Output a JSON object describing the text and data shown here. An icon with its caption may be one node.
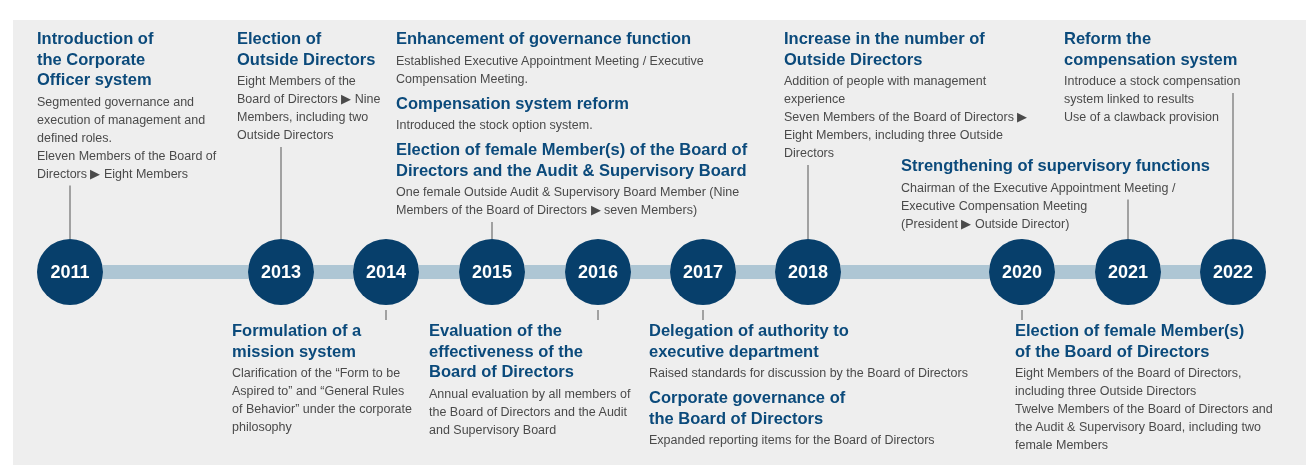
{
  "diagram": {
    "nodes": [
      {
        "text": [
          "Introduction of the Corporate Officer system",
          "Segmented governance and execution of management and defined roles.",
          "Eleven Members of the Board of Directors ▶ Eight Members"
        ]
      },
      {
        "text": [
          "Election of Outside Directors",
          "Eight Members of the Board of Directors ▶ Nine Members, including two Outside Directors"
        ]
      },
      {
        "text": [
          "Enhancement of governance function",
          "Established Executive Appointment Meeting / Executive Compensation Meeting.",
          "Compensation system reform",
          "Introduced the stock option system.",
          "Election of female Member(s) of the Board of Directors and the Audit & Supervisory Board",
          "One female Outside Audit & Supervisory Board Member (Nine Members of the Board of Directors ▶ seven Members)"
        ]
      },
      {
        "text": [
          "Increase in the number of Outside Directors",
          "Addition of people with management experience",
          "Seven Members of the Board of Directors ▶ Eight Members, including three Outside Directors"
        ]
      },
      {
        "text": [
          "Reform the compensation system",
          "Introduce a stock compensation system linked to results",
          "Use of a clawback provision"
        ]
      },
      {
        "text": [
          "Strengthening of supervisory functions",
          "Chairman of the Executive Appointment Meeting / Executive Compensation Meeting",
          "(President ▶ Outside Director)"
        ]
      },
      {
        "text": [
          "2011"
        ]
      },
      {
        "text": [
          "2013"
        ]
      },
      {
        "text": [
          "2014"
        ]
      },
      {
        "text": [
          "2015"
        ]
      },
      {
        "text": [
          "2016"
        ]
      },
      {
        "text": [
          "2017"
        ]
      },
      {
        "text": [
          "2018"
        ]
      },
      {
        "text": [
          "2020"
        ]
      },
      {
        "text": [
          "2021"
        ]
      },
      {
        "text": [
          "2022"
        ]
      },
      {
        "text": [
          "Formulation of a mission system",
          "Clarification of the “Form to be Aspired to” and “General Rules of Behavior” under the corporate philosophy"
        ]
      },
      {
        "text": [
          "Evaluation of the effectiveness of the Board of Directors",
          "Annual evaluation by all members of the Board of Directors and the Audit and Supervisory Board"
        ]
      },
      {
        "text": [
          "Delegation of authority to executive department",
          "Raised standards for discussion by the Board of Directors",
          "Corporate governance of the Board of Directors",
          "Expanded reporting items for the Board of Directors"
        ]
      },
      {
        "text": [
          "Election of female Member(s) of the Board of Directors",
          "Eight Members of the Board of Directors, including three Outside Directors",
          "Twelve Members of the Board of Directors and the Audit & Supervisory Board, including two female Members"
        ]
      }
    ],
    "edges": [
      {
        "from": 0,
        "to": 6,
        "arrow": "none"
      },
      {
        "from": 1,
        "to": 7,
        "arrow": "none"
      },
      {
        "from": 2,
        "to": 9,
        "arrow": "none"
      },
      {
        "from": 3,
        "to": 12,
        "arrow": "none"
      },
      {
        "from": 5,
        "to": 14,
        "arrow": "none"
      },
      {
        "from": 4,
        "to": 15,
        "arrow": "none"
      },
      {
        "from": 8,
        "to": 16,
        "arrow": "none"
      },
      {
        "from": 10,
        "to": 17,
        "arrow": "none"
      },
      {
        "from": 11,
        "to": 18,
        "arrow": "none"
      },
      {
        "from": 13,
        "to": 19,
        "arrow": "none"
      },
      {
        "from": 6,
        "to": 7,
        "arrow": "none",
        "style": "thick",
        "color": "#aec6d4"
      },
      {
        "from": 7,
        "to": 8,
        "arrow": "none",
        "style": "thick",
        "color": "#aec6d4"
      },
      {
        "from": 8,
        "to": 9,
        "arrow": "none",
        "style": "thick",
        "color": "#aec6d4"
      },
      {
        "from": 9,
        "to": 10,
        "arrow": "none",
        "style": "thick",
        "color": "#aec6d4"
      },
      {
        "from": 10,
        "to": 11,
        "arrow": "none",
        "style": "thick",
        "color": "#aec6d4"
      },
      {
        "from": 11,
        "to": 12,
        "arrow": "none",
        "style": "thick",
        "color": "#aec6d4"
      },
      {
        "from": 12,
        "to": 13,
        "arrow": "none",
        "style": "thick",
        "color": "#aec6d4"
      },
      {
        "from": 13,
        "to": 14,
        "arrow": "none",
        "style": "thick",
        "color": "#aec6d4"
      },
      {
        "from": 14,
        "to": 15,
        "arrow": "none",
        "style": "thick",
        "color": "#aec6d4"
      }
    ]
  }
}
